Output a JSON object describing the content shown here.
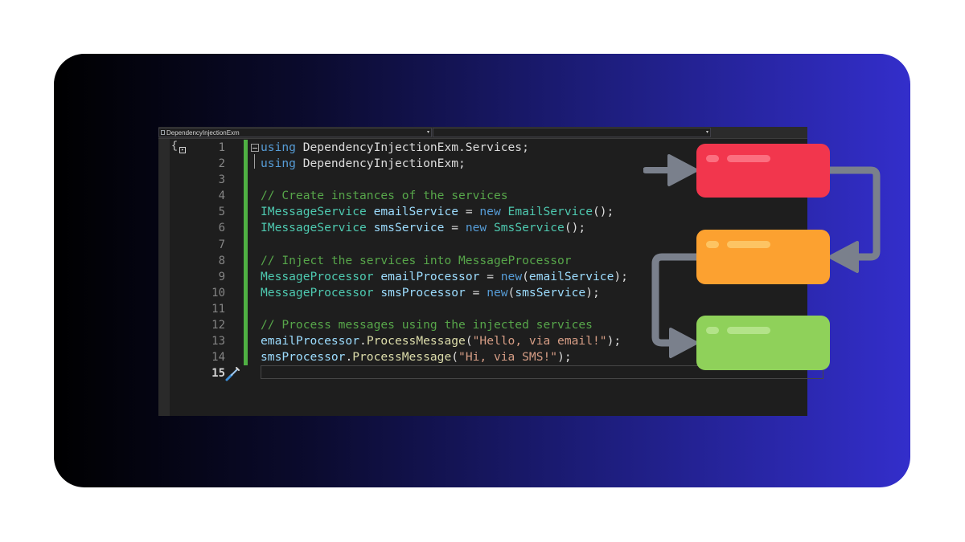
{
  "editor": {
    "file_tab": "DependencyInjectionExm",
    "dropdown_arrow": "▾",
    "line_numbers": [
      "1",
      "2",
      "3",
      "4",
      "5",
      "6",
      "7",
      "8",
      "9",
      "10",
      "11",
      "12",
      "13",
      "14",
      "15"
    ],
    "active_line": "15",
    "code": {
      "l1": {
        "kw": "using",
        "rest": " DependencyInjectionExm.Services;"
      },
      "l2": {
        "kw": "using",
        "rest": " DependencyInjectionExm;"
      },
      "l4": {
        "comment": "// Create instances of the services"
      },
      "l5": {
        "type": "IMessageService",
        "var": "emailService",
        "op": " = ",
        "kw": "new",
        "ctor": "EmailService",
        "tail": "();"
      },
      "l6": {
        "type": "IMessageService",
        "var": "smsService",
        "op": " = ",
        "kw": "new",
        "ctor": "SmsService",
        "tail": "();"
      },
      "l8": {
        "comment": "// Inject the services into MessageProcessor"
      },
      "l9": {
        "type": "MessageProcessor",
        "var": "emailProcessor",
        "op": " = ",
        "kw": "new",
        "open": "(",
        "arg": "emailService",
        "tail": ");"
      },
      "l10": {
        "type": "MessageProcessor",
        "var": "smsProcessor",
        "op": " = ",
        "kw": "new",
        "open": "(",
        "arg": "smsService",
        "tail": ");"
      },
      "l12": {
        "comment": "// Process messages using the injected services"
      },
      "l13": {
        "obj": "emailProcessor",
        "dot": ".",
        "method": "ProcessMessage",
        "open": "(",
        "str": "\"Hello, via email!\"",
        "tail": ");"
      },
      "l14": {
        "obj": "smsProcessor",
        "dot": ".",
        "method": "ProcessMessage",
        "open": "(",
        "str": "\"Hi, via SMS!\"",
        "tail": ");"
      }
    }
  },
  "icons": {
    "scope": "namespace-scope-icon",
    "quick_action": "screwdriver-icon",
    "collapse": "collapse-minus-icon"
  },
  "colors": {
    "card_gradient": [
      "#000000",
      "#332ecb"
    ],
    "editor_bg": "#1e1e1e",
    "change_bar": "#4fb043",
    "keyword": "#569cd6",
    "type": "#4ec9b0",
    "identifier": "#9cdcfe",
    "method": "#dcdcaa",
    "string": "#d69d85",
    "comment": "#57a64a",
    "block_red": "#f2364d",
    "block_orange": "#fca130",
    "block_green": "#8fd15a",
    "arrow": "#7a808c"
  }
}
